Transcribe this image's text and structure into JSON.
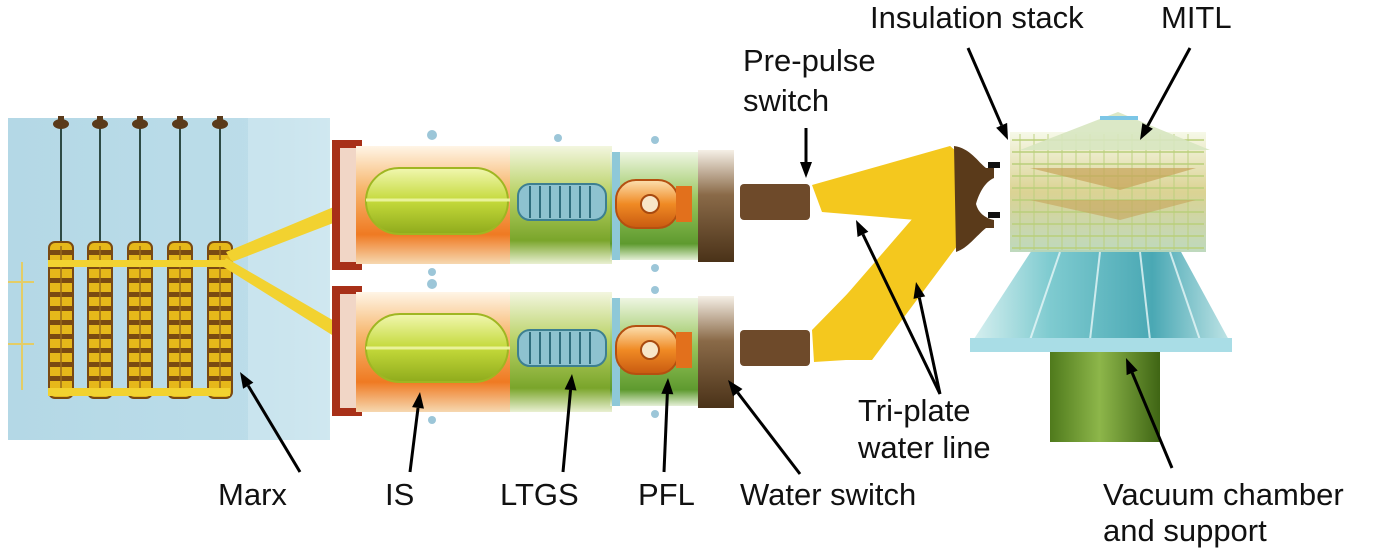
{
  "labels": {
    "marx": "Marx",
    "is": "IS",
    "ltgs": "LTGS",
    "pfl": "PFL",
    "water_switch": "Water switch",
    "prepulse_line1": "Pre-pulse",
    "prepulse_line2": "switch",
    "insulation_stack": "Insulation stack",
    "mitl": "MITL",
    "triplate_line1": "Tri-plate",
    "triplate_line2": "water line",
    "vacuum_line1": "Vacuum chamber",
    "vacuum_line2": "and support"
  },
  "colors": {
    "marx_tank": "#b9dbe8",
    "marx_tank_shade": "#cde6ef",
    "marx_column": "#e6b81a",
    "marx_column_dark": "#7a4a12",
    "busbar": "#f2d230",
    "is_body": "#f08a2a",
    "is_body_light": "#fde3c0",
    "is_core": "#c9dc3c",
    "ltgs_body": "#9cbf3a",
    "ltgs_core": "#7fb3c4",
    "pfl_body": "#8fbf50",
    "pfl_switch": "#f07a1a",
    "water_switch_body": "#6b4a2a",
    "prepulse_switch": "#6e4a2a",
    "triplate": "#f4c81e",
    "stack": "#d7e5b4",
    "cone": "#6fc3c9",
    "support": "#6e9a2e",
    "arrow": "#000000"
  }
}
